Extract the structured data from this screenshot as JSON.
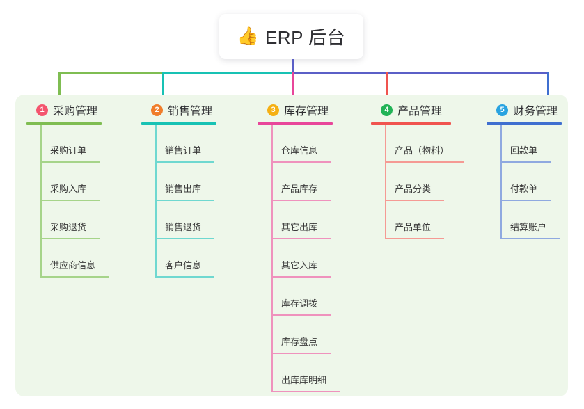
{
  "diagram": {
    "type": "mind-map",
    "root": {
      "emoji": "👍",
      "emoji_name": "thumbs-up-emoji",
      "title": "ERP 后台"
    },
    "palette": {
      "panel_background": "#eef7ea",
      "page_background": "#ffffff",
      "root_stem": "#5b5fc7"
    },
    "branches": [
      {
        "number": "1",
        "title": "采购管理",
        "color": "#7fbd52",
        "child_color": "#a6d48a",
        "badge_color": "#f4556e",
        "children": [
          "采购订单",
          "采购入库",
          "采购退货",
          "供应商信息"
        ]
      },
      {
        "number": "2",
        "title": "销售管理",
        "color": "#18c2b4",
        "child_color": "#6fd8d0",
        "badge_color": "#f07d2b",
        "children": [
          "销售订单",
          "销售出库",
          "销售退货",
          "客户信息"
        ]
      },
      {
        "number": "3",
        "title": "库存管理",
        "color": "#e8469a",
        "child_color": "#ef92bd",
        "badge_color": "#f5b014",
        "children": [
          "仓库信息",
          "产品库存",
          "其它出库",
          "其它入库",
          "库存调拨",
          "库存盘点",
          "出库库明细"
        ]
      },
      {
        "number": "4",
        "title": "产品管理",
        "color": "#f0544f",
        "child_color": "#f59a94",
        "badge_color": "#22b357",
        "children": [
          "产品（物料）",
          "产品分类",
          "产品单位"
        ]
      },
      {
        "number": "5",
        "title": "财务管理",
        "color": "#3f6fd0",
        "child_color": "#8fa9e0",
        "badge_color": "#29a3e0",
        "children": [
          "回款单",
          "付款单",
          "结算账户"
        ]
      }
    ]
  }
}
